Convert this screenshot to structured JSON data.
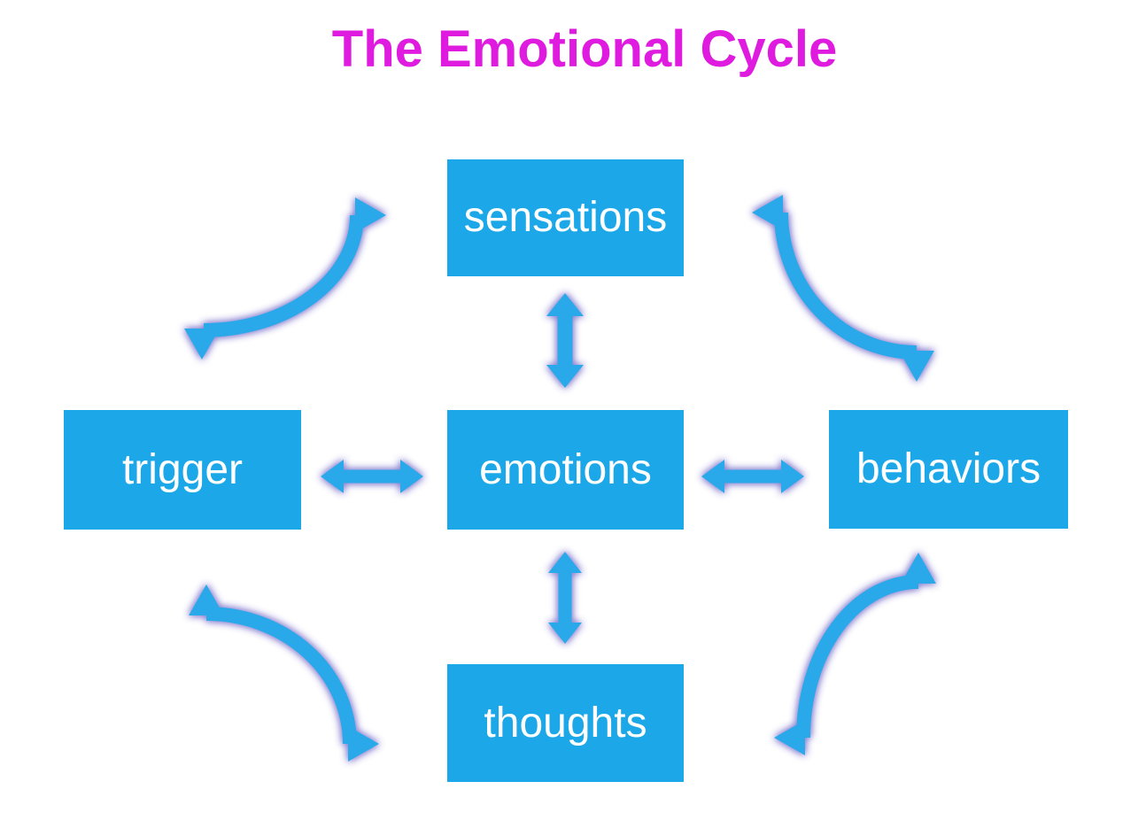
{
  "title": {
    "text": "The Emotional Cycle"
  },
  "nodes": {
    "sensations": {
      "label": "sensations"
    },
    "trigger": {
      "label": "trigger"
    },
    "emotions": {
      "label": "emotions"
    },
    "behaviors": {
      "label": "behaviors"
    },
    "thoughts": {
      "label": "thoughts"
    }
  },
  "edges": [
    {
      "from": "trigger",
      "to": "sensations",
      "style": "curved",
      "bidirectional": true
    },
    {
      "from": "sensations",
      "to": "emotions",
      "style": "straight",
      "bidirectional": true
    },
    {
      "from": "sensations",
      "to": "behaviors",
      "style": "curved",
      "bidirectional": true
    },
    {
      "from": "emotions",
      "to": "behaviors",
      "style": "straight",
      "bidirectional": true
    },
    {
      "from": "behaviors",
      "to": "thoughts",
      "style": "curved",
      "bidirectional": true
    },
    {
      "from": "emotions",
      "to": "thoughts",
      "style": "straight",
      "bidirectional": true
    },
    {
      "from": "trigger",
      "to": "emotions",
      "style": "straight",
      "bidirectional": true
    },
    {
      "from": "thoughts",
      "to": "trigger",
      "style": "curved",
      "bidirectional": true
    }
  ],
  "colors": {
    "background": "#ffffff",
    "title_color": "#df1bdf",
    "node_fill": "#1ca8e8",
    "node_text": "#ffffff",
    "arrow_fill": "#2aa9ea",
    "arrow_glow": "#8a80d0"
  }
}
